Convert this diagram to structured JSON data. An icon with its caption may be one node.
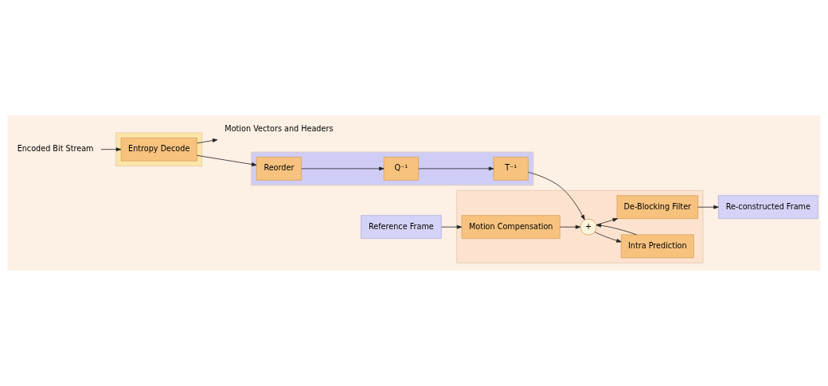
{
  "diagram": {
    "nodes": [
      {
        "text": [
          "Encoded Bit Stream"
        ]
      },
      {
        "text": [],
        "shape": "box"
      },
      {
        "text": [
          "Entropy Decode"
        ],
        "in": 1
      },
      {
        "text": [
          "Motion Vectors and Headers"
        ]
      },
      {
        "text": [],
        "shape": "box"
      },
      {
        "text": [
          "Reorder"
        ],
        "in": 4
      },
      {
        "text": [
          "Q⁻¹"
        ],
        "in": 4
      },
      {
        "text": [
          "T⁻¹"
        ],
        "in": 4
      },
      {
        "text": [],
        "shape": "box"
      },
      {
        "text": [
          "Motion Compensation"
        ],
        "in": 8
      },
      {
        "text": [
          "Intra Prediction"
        ],
        "in": 8
      },
      {
        "text": [
          "+"
        ],
        "in": 8
      },
      {
        "text": [
          "De-Blocking Filter"
        ],
        "in": 8
      },
      {
        "text": [
          "Reference Frame"
        ]
      },
      {
        "text": [
          "Re-constructed Frame"
        ]
      }
    ],
    "edges": [
      {
        "from": 0,
        "to": 2,
        "arrow": "to"
      },
      {
        "from": 2,
        "to": 3,
        "arrow": "to"
      },
      {
        "from": 2,
        "to": 5,
        "arrow": "to"
      },
      {
        "from": 5,
        "to": 6,
        "arrow": "to"
      },
      {
        "from": 6,
        "to": 7,
        "arrow": "to"
      },
      {
        "from": 7,
        "to": 11,
        "arrow": "to"
      },
      {
        "from": 13,
        "to": 9,
        "arrow": "to"
      },
      {
        "from": 9,
        "to": 11,
        "arrow": "to"
      },
      {
        "from": 10,
        "to": 11,
        "arrow": "to"
      },
      {
        "from": 11,
        "to": 10,
        "arrow": "to"
      },
      {
        "from": 11,
        "to": 12,
        "arrow": "to"
      },
      {
        "from": 12,
        "to": 14,
        "arrow": "to"
      }
    ]
  }
}
